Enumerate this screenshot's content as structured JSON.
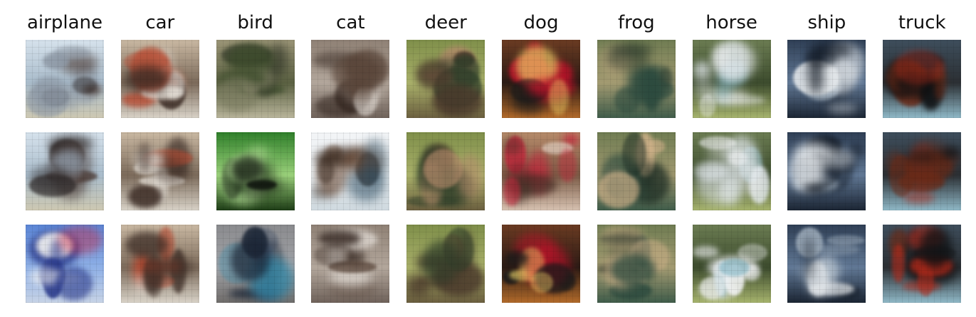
{
  "figure": {
    "classes": [
      "airplane",
      "car",
      "bird",
      "cat",
      "deer",
      "dog",
      "frog",
      "horse",
      "ship",
      "truck"
    ],
    "rows": 3
  },
  "palettes": {
    "airplane": {
      "bg": [
        "#d6e2ec",
        "#a9bccb",
        "#cdc8b2"
      ],
      "blobs": [
        "#2f2a2a",
        "#4b3a34",
        "#8d98a5"
      ]
    },
    "airplane_r3": {
      "bg": [
        "#5b86d6",
        "#8fb0e6",
        "#c7d3e6"
      ],
      "blobs": [
        "#d1223a",
        "#2b3b8c",
        "#f0f0f0"
      ]
    },
    "car": {
      "bg": [
        "#c9b8a2",
        "#7b6a5a",
        "#d8d2c7"
      ],
      "blobs": [
        "#e9e4dc",
        "#3d2d26",
        "#b9482f"
      ]
    },
    "bird": {
      "bg": [
        "#9b9577",
        "#5b6142",
        "#b8b49a"
      ],
      "blobs": [
        "#2a2f23",
        "#3b4b2a",
        "#7c7d61"
      ]
    },
    "bird_r2": {
      "bg": [
        "#2f7f2a",
        "#9ad07a",
        "#1d3b16"
      ],
      "blobs": [
        "#0f140e",
        "#b8e39a",
        "#2a5a1f"
      ]
    },
    "bird_r3": {
      "bg": [
        "#8a8b8e",
        "#a2a3a7",
        "#6f6c6a"
      ],
      "blobs": [
        "#1b2535",
        "#3d4c63",
        "#2f86a6"
      ]
    },
    "cat": {
      "bg": [
        "#8f8175",
        "#b2a69b",
        "#6f625a"
      ],
      "blobs": [
        "#2b1d17",
        "#d9d2cb",
        "#5a463a"
      ]
    },
    "cat_r2": {
      "bg": [
        "#f3f5f7",
        "#e7ecef",
        "#cfd9df"
      ],
      "blobs": [
        "#3a2a20",
        "#6b4a35",
        "#2b4b60"
      ]
    },
    "deer": {
      "bg": [
        "#7f8f4a",
        "#a9b06a",
        "#6b5f3f"
      ],
      "blobs": [
        "#4b3a2c",
        "#b48b6b",
        "#2f3f2a"
      ]
    },
    "dog": {
      "bg": [
        "#6b3b22",
        "#2a1b15",
        "#b26a2a"
      ],
      "blobs": [
        "#c1122a",
        "#f0d56a",
        "#1a1a1a"
      ]
    },
    "dog_r2": {
      "bg": [
        "#b58a6a",
        "#7a5a45",
        "#d7c2b1"
      ],
      "blobs": [
        "#c4253b",
        "#efe3d8",
        "#3e2a22"
      ]
    },
    "frog": {
      "bg": [
        "#6f7c52",
        "#a29a71",
        "#3f5c4a"
      ],
      "blobs": [
        "#2d4b3f",
        "#d1b28a",
        "#1e2e25"
      ]
    },
    "horse": {
      "bg": [
        "#6b7c52",
        "#3c4b2d",
        "#a6b36d"
      ],
      "blobs": [
        "#f3f4f6",
        "#e6ecf1",
        "#7fb3c2"
      ]
    },
    "ship": {
      "bg": [
        "#2f3f55",
        "#617895",
        "#1b2533"
      ],
      "blobs": [
        "#e3e7ea",
        "#0f1620",
        "#a9b7c4"
      ]
    },
    "truck": {
      "bg": [
        "#3e4e5c",
        "#2b2f33",
        "#8fb8c7"
      ],
      "blobs": [
        "#6a2a17",
        "#b02a1b",
        "#0f1113"
      ]
    }
  }
}
